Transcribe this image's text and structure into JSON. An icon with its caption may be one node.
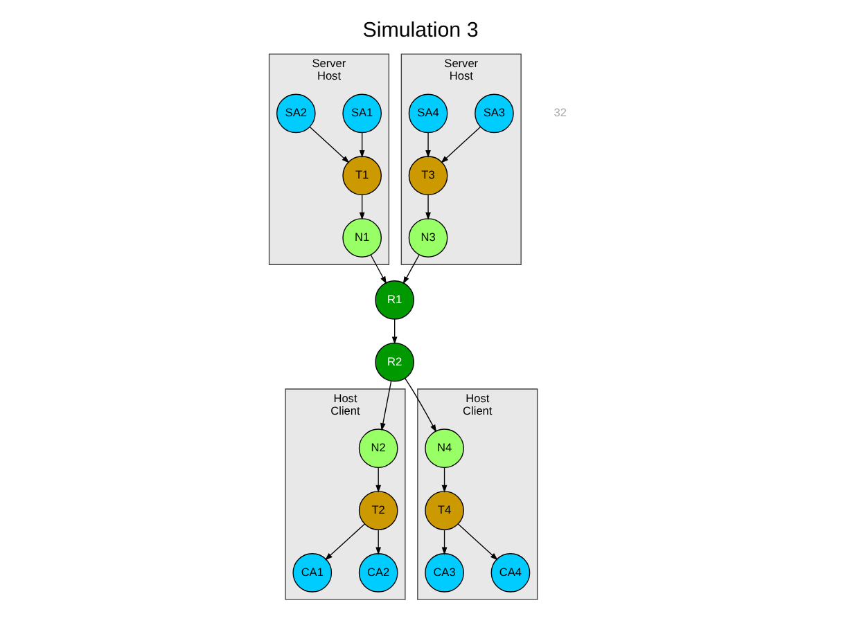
{
  "diagram": {
    "title": "Simulation 3",
    "nodes": [
      {
        "text": [
          "Server",
          "Host"
        ]
      },
      {
        "text": [
          "SA1"
        ],
        "in": 0
      },
      {
        "text": [
          "SA2"
        ],
        "in": 0
      },
      {
        "text": [
          "T1"
        ],
        "in": 0
      },
      {
        "text": [
          "N1"
        ],
        "in": 0
      },
      {
        "text": [
          "Server",
          "Host"
        ]
      },
      {
        "text": [
          "SA3"
        ],
        "in": 5
      },
      {
        "text": [
          "SA4"
        ],
        "in": 5
      },
      {
        "text": [
          "T3"
        ],
        "in": 5
      },
      {
        "text": [
          "N3"
        ],
        "in": 5
      },
      {
        "text": [
          "R1"
        ]
      },
      {
        "text": [
          "R2"
        ]
      },
      {
        "text": [
          "Host",
          "Client"
        ]
      },
      {
        "text": [
          "N2"
        ],
        "in": 12
      },
      {
        "text": [
          "T2"
        ],
        "in": 12
      },
      {
        "text": [
          "CA1"
        ],
        "in": 12
      },
      {
        "text": [
          "CA2"
        ],
        "in": 12
      },
      {
        "text": [
          "Host",
          "Client"
        ]
      },
      {
        "text": [
          "N4"
        ],
        "in": 17
      },
      {
        "text": [
          "T4"
        ],
        "in": 17
      },
      {
        "text": [
          "CA3"
        ],
        "in": 17
      },
      {
        "text": [
          "CA4"
        ],
        "in": 17
      }
    ],
    "edges": [
      {
        "from": 1,
        "to": 3,
        "arrow": "to"
      },
      {
        "from": 2,
        "to": 3,
        "arrow": "to"
      },
      {
        "from": 3,
        "to": 4,
        "arrow": "to"
      },
      {
        "from": 6,
        "to": 8,
        "arrow": "to"
      },
      {
        "from": 7,
        "to": 8,
        "arrow": "to"
      },
      {
        "from": 8,
        "to": 9,
        "arrow": "to"
      },
      {
        "from": 4,
        "to": 10,
        "arrow": "to"
      },
      {
        "from": 9,
        "to": 10,
        "arrow": "to"
      },
      {
        "from": 10,
        "to": 11,
        "arrow": "to"
      },
      {
        "from": 11,
        "to": 13,
        "arrow": "to"
      },
      {
        "from": 11,
        "to": 18,
        "arrow": "to"
      },
      {
        "from": 13,
        "to": 14,
        "arrow": "to"
      },
      {
        "from": 14,
        "to": 15,
        "arrow": "to"
      },
      {
        "from": 14,
        "to": 16,
        "arrow": "to"
      },
      {
        "from": 18,
        "to": 19,
        "arrow": "to"
      },
      {
        "from": 19,
        "to": 20,
        "arrow": "to"
      },
      {
        "from": 19,
        "to": 21,
        "arrow": "to"
      }
    ],
    "labels": [
      "32"
    ]
  }
}
